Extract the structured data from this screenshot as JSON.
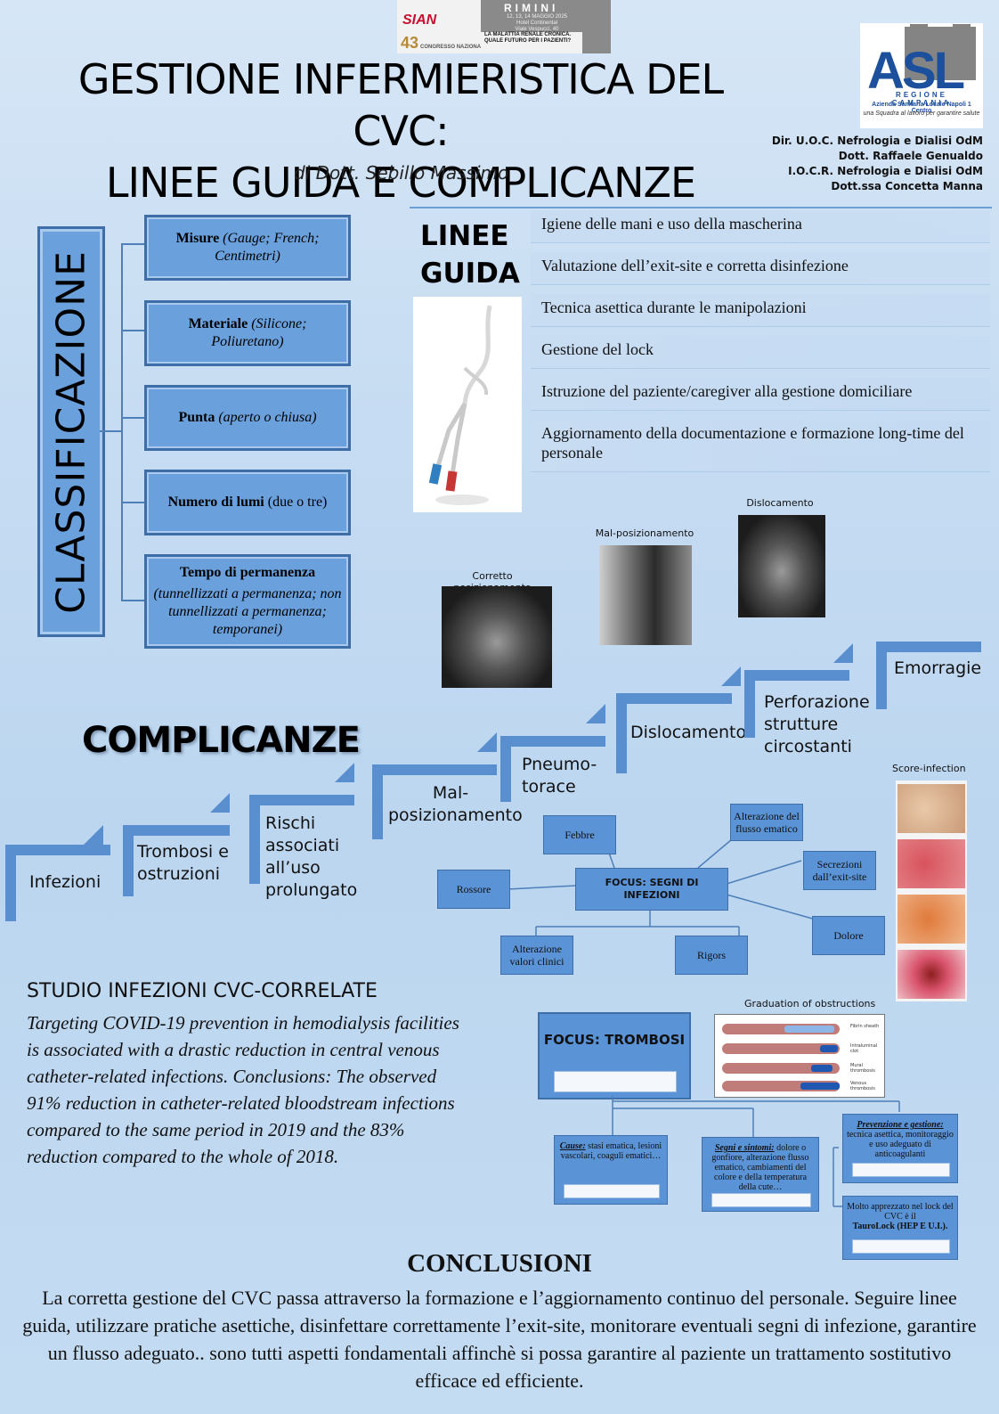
{
  "banner": {
    "rimini": "RIMINI",
    "dates": "12, 13, 14 MAGGIO 2025\nHotel Continental\nViale Vespucci, 40",
    "sian": "SIAN",
    "congress_number": "43",
    "congress_label": "CONGRESSO NAZIONALE",
    "theme": "LA MALATTIA RENALE CRONICA. QUALE FUTURO PER I PAZIENTI?"
  },
  "header": {
    "title_line1": "GESTIONE INFERMIERISTICA DEL CVC:",
    "title_line2": "LINEE GUIDA E COMPLICANZE",
    "author": "di Dott. Sebillo Massimo"
  },
  "logo": {
    "abbr": "ASL",
    "region": "REGIONE CAMPANIA",
    "agency": "Azienda Sanitaria Locale Napoli 1 Centro",
    "tagline": "una Squadra al lavoro per garantire salute"
  },
  "directors": [
    "Dir. U.O.C. Nefrologia e Dialisi OdM",
    "Dott. Raffaele Genualdo",
    "I.O.C.R. Nefrologia e Dialisi OdM",
    "Dott.ssa Concetta Manna"
  ],
  "classificazione": {
    "title": "CLASSIFICAZIONE",
    "items": [
      {
        "label": "Misure",
        "detail": "(Gauge; French; Centimetri)"
      },
      {
        "label": "Materiale",
        "detail": "(Silicone; Poliuretano)"
      },
      {
        "label": "Punta",
        "detail": "(aperto o chiusa)"
      },
      {
        "label": "Numero di lumi",
        "detail": "(due o tre)"
      },
      {
        "label": "Tempo di permanenza",
        "detail": "(tunnellizzati a permanenza; non tunnellizzati a permanenza; temporanei)"
      }
    ]
  },
  "linee_guida": {
    "title_line1": "LINEE",
    "title_line2": "GUIDA",
    "items": [
      "Igiene delle mani e uso della mascherina",
      "Valutazione dell’exit-site e corretta disinfezione",
      "Tecnica asettica durante le manipolazioni",
      "Gestione del lock",
      "Istruzione del paziente/caregiver alla gestione domiciliare",
      "Aggiornamento della documentazione e formazione long-time del personale"
    ]
  },
  "xrays": [
    {
      "caption": "Corretto posizionamento"
    },
    {
      "caption": "Mal-posizionamento"
    },
    {
      "caption": "Dislocamento"
    }
  ],
  "complicanze": {
    "title": "COMPLICANZE",
    "steps": [
      "Infezioni",
      "Trombosi e ostruzioni",
      "Rischi associati all’uso prolungato",
      "Mal-posizionamento",
      "Pneumo-torace",
      "Dislocamento",
      "Perforazione strutture circostanti",
      "Emorragie"
    ]
  },
  "focus_infezioni": {
    "center": "FOCUS: SEGNI DI INFEZIONI",
    "nodes": {
      "febbre": "Febbre",
      "flusso": "Alterazione del flusso ematico",
      "secrezioni": "Secrezioni dall’exit-site",
      "rossore": "Rossore",
      "dolore": "Dolore",
      "valori": "Alterazione valori clinici",
      "rigors": "Rigors"
    }
  },
  "score_infection": {
    "caption": "Score-infection"
  },
  "studio": {
    "title": "STUDIO INFEZIONI CVC-CORRELATE",
    "text": "Targeting COVID-19 prevention in hemodialysis facilities is associated with a drastic reduction in central venous catheter-related infections. Conclusions: The observed 91% reduction in catheter-related bloodstream infections compared to the same period in 2019 and the 83% reduction compared to the whole of 2018."
  },
  "focus_trombosi": {
    "center": "FOCUS: TROMBOSI",
    "graduation_caption": "Graduation of obstructions",
    "graduation_labels": [
      "Fibrin sheath",
      "Intraluminal clot",
      "Mural thrombosis",
      "Venous thrombosis"
    ],
    "cause_label": "Cause:",
    "cause_text": "stasi ematica, lesioni vascolari, coaguli ematici…",
    "segni_label": "Segni e sintomi:",
    "segni_text": "dolore o gonfiore, alterazione flusso ematico, cambiamenti del colore e della temperatura della cute…",
    "prevenzione_label": "Prevenzione e gestione:",
    "prevenzione_text": "tecnica asettica, monitoraggio e uso adeguato di anticoagulanti",
    "lock_text": "Molto apprezzato nel lock del CVC è il",
    "lock_product": "TauroLock (HEP E U.I.)."
  },
  "conclusioni": {
    "title": "CONCLUSIONI",
    "text": "La corretta gestione del CVC passa attraverso la formazione e l’aggiornamento continuo del personale. Seguire linee guida, utilizzare pratiche asettiche, disinfettare correttamente l’exit-site, monitorare eventuali segni di infezione, garantire un flusso adeguato.. sono tutti aspetti fondamentali affinchè si possa garantire al paziente un trattamento sostitutivo efficace ed efficiente."
  }
}
